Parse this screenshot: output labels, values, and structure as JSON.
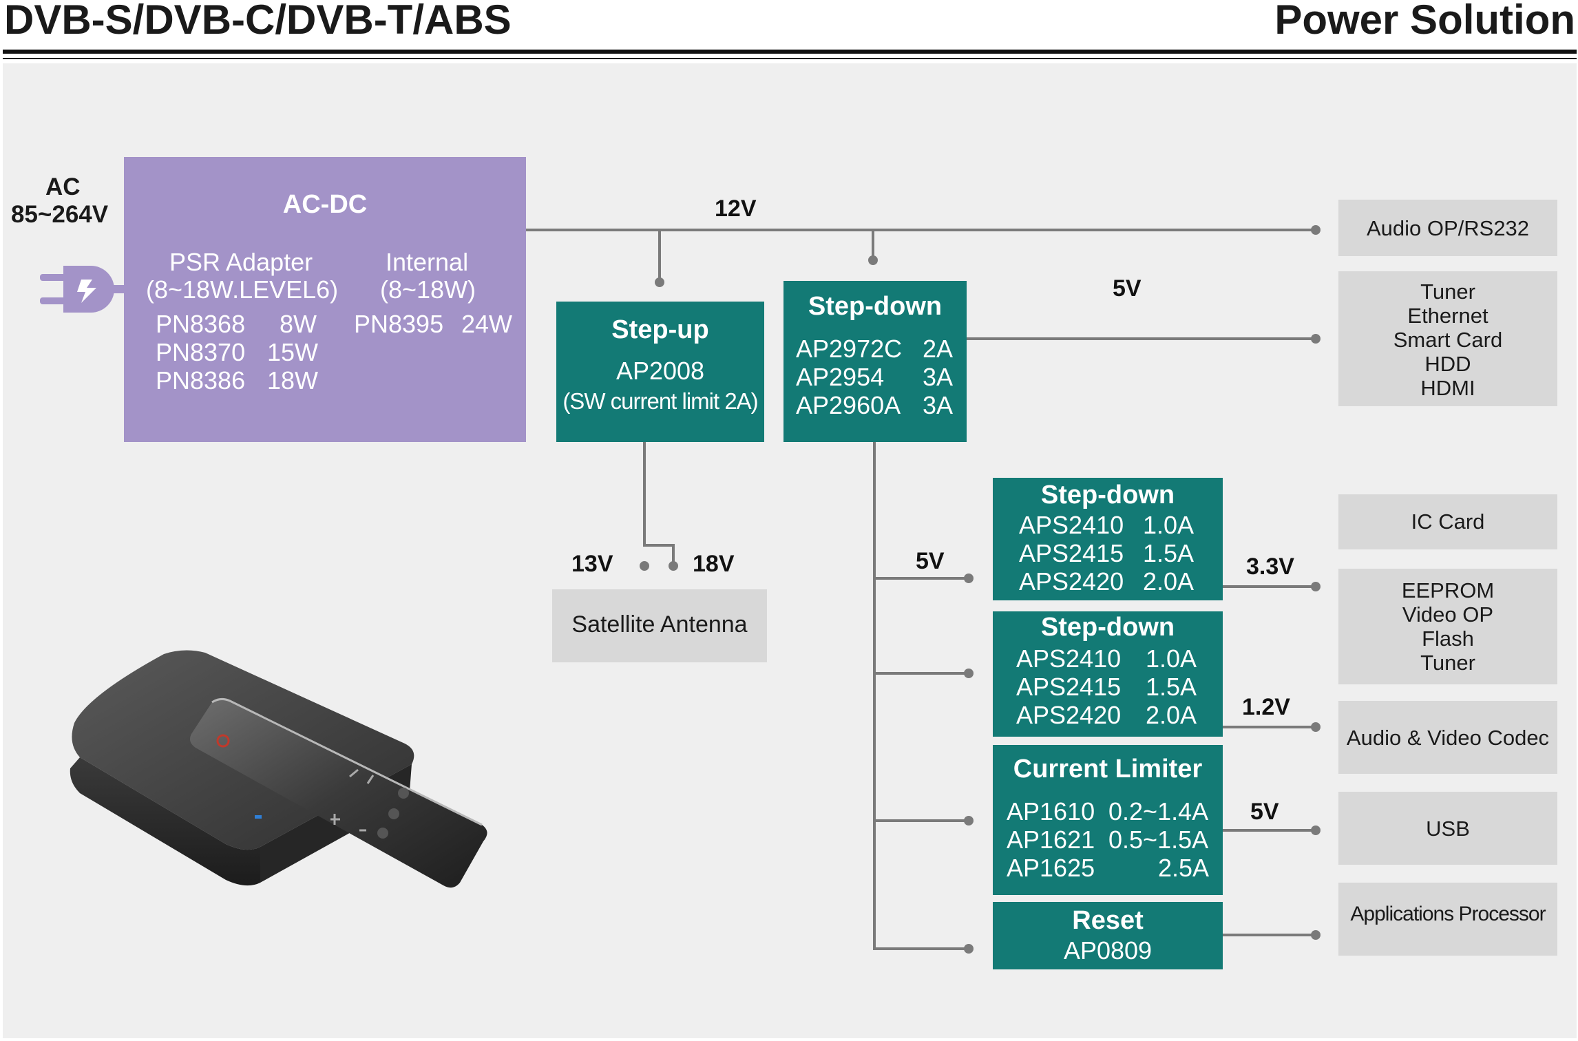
{
  "header": {
    "title": "DVB-S/DVB-C/DVB-T/ABS",
    "subtitle": "Power Solution"
  },
  "input": {
    "ac_label": "AC",
    "ac_range": "85~264V",
    "plug_icon": "power-plug-icon"
  },
  "acdc": {
    "title": "AC-DC",
    "psr_title": "PSR Adapter",
    "psr_range": "(8~18W.LEVEL6)",
    "psr_parts": [
      {
        "part": "PN8368",
        "power": "8W"
      },
      {
        "part": "PN8370",
        "power": "15W"
      },
      {
        "part": "PN8386",
        "power": "18W"
      }
    ],
    "internal_title": "Internal",
    "internal_range": "(8~18W)",
    "internal_parts": [
      {
        "part": "PN8395",
        "power": "24W"
      }
    ]
  },
  "rails": {
    "v12": "12V",
    "v5_main": "5V",
    "v13": "13V",
    "v18": "18V",
    "v5_branch": "5V",
    "v33": "3.3V",
    "v12b": "1.2V",
    "v5_usb": "5V"
  },
  "stepup": {
    "title": "Step-up",
    "part": "AP2008",
    "note": "(SW current limit 2A)"
  },
  "stepdown_main": {
    "title": "Step-down",
    "parts": [
      {
        "part": "AP2972C",
        "current": "2A"
      },
      {
        "part": "AP2954",
        "current": "3A"
      },
      {
        "part": "AP2960A",
        "current": "3A"
      }
    ]
  },
  "stepdown_a": {
    "title": "Step-down",
    "parts": [
      {
        "part": "APS2410",
        "current": "1.0A"
      },
      {
        "part": "APS2415",
        "current": "1.5A"
      },
      {
        "part": "APS2420",
        "current": "2.0A"
      }
    ]
  },
  "stepdown_b": {
    "title": "Step-down",
    "parts": [
      {
        "part": "APS2410",
        "current": "1.0A"
      },
      {
        "part": "APS2415",
        "current": "1.5A"
      },
      {
        "part": "APS2420",
        "current": "2.0A"
      }
    ]
  },
  "limiter": {
    "title": "Current Limiter",
    "parts": [
      {
        "part": "AP1610",
        "current": "0.2~1.4A"
      },
      {
        "part": "AP1621",
        "current": "0.5~1.5A"
      },
      {
        "part": "AP1625",
        "current": "2.5A"
      }
    ]
  },
  "reset": {
    "title": "Reset",
    "part": "AP0809"
  },
  "antenna": {
    "label": "Satellite Antenna"
  },
  "loads": {
    "audio_rs232": [
      "Audio OP/RS232"
    ],
    "tuner_group": [
      "Tuner",
      "Ethernet",
      "Smart Card",
      "HDD",
      "HDMI"
    ],
    "ic_card": [
      "IC Card"
    ],
    "eeprom_group": [
      "EEPROM",
      "Video OP",
      "Flash",
      "Tuner"
    ],
    "av_codec": [
      "Audio & Video Codec"
    ],
    "usb": [
      "USB"
    ],
    "app_proc": [
      "Applications Processor"
    ]
  },
  "product_image": "set-top-box-with-remote-icon",
  "colors": {
    "acdc": "#a393c8",
    "converter": "#137a75",
    "load": "#d8d8d8",
    "wire": "#7a7a7a"
  }
}
